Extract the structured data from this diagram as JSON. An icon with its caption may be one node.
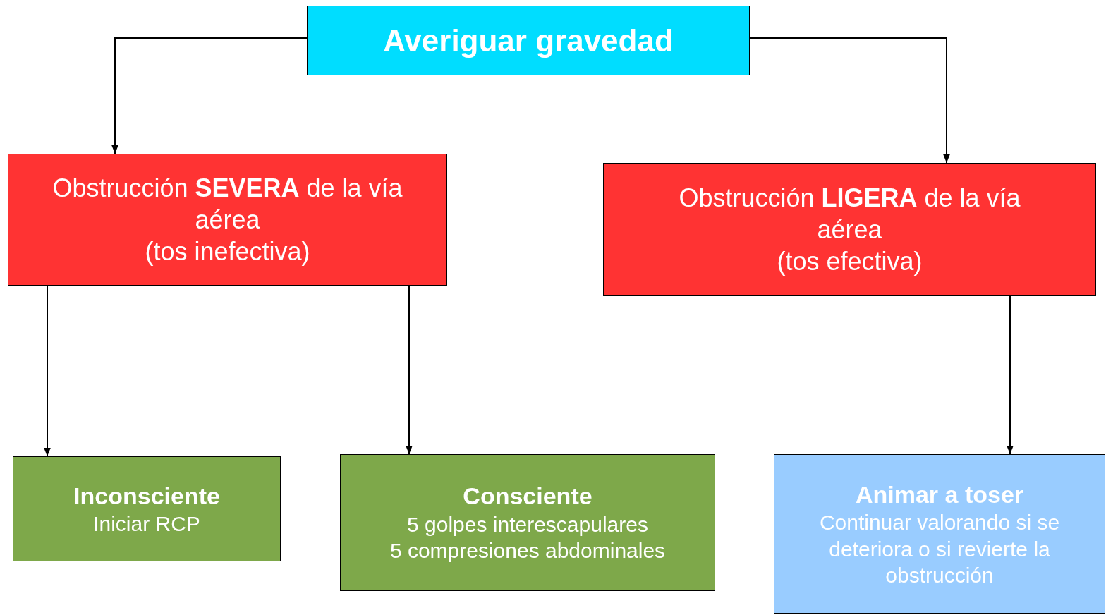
{
  "diagram": {
    "nodes": [
      {
        "text": [
          "Averiguar gravedad"
        ]
      },
      {
        "text": [
          "Obstrucción **SEVERA** de la vía aérea",
          "(tos inefectiva)"
        ]
      },
      {
        "text": [
          "Obstrucción **LIGERA** de la vía aérea",
          "(tos efectiva)"
        ]
      },
      {
        "text": [
          "Inconsciente",
          "Iniciar RCP"
        ]
      },
      {
        "text": [
          "Consciente",
          "5 golpes interescapulares",
          "5 compresiones abdominales"
        ]
      },
      {
        "text": [
          "Animar a toser",
          "Continuar valorando si se deteriora o si revierte la obstrucción"
        ]
      }
    ],
    "edges": [
      {
        "from": 0,
        "to": 1,
        "arrow": "to"
      },
      {
        "from": 0,
        "to": 2,
        "arrow": "to"
      },
      {
        "from": 1,
        "to": 3,
        "arrow": "to"
      },
      {
        "from": 1,
        "to": 4,
        "arrow": "to"
      },
      {
        "from": 2,
        "to": 5,
        "arrow": "to"
      }
    ]
  }
}
